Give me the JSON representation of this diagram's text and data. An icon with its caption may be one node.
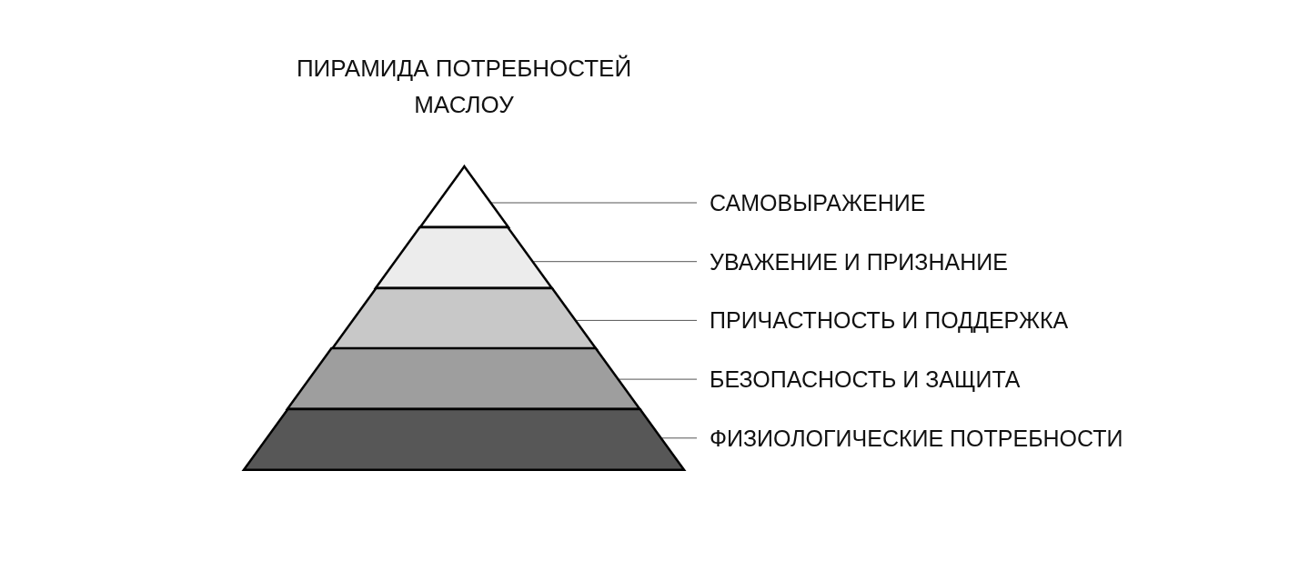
{
  "diagram": {
    "title": "ПИРАМИДА ПОТРЕБНОСТЕЙ МАСЛОУ",
    "nodes": [
      {
        "text": [],
        "shape": "triangle"
      },
      {
        "text": [],
        "shape": "trapezoid"
      },
      {
        "text": [],
        "shape": "trapezoid"
      },
      {
        "text": [],
        "shape": "trapezoid"
      },
      {
        "text": [],
        "shape": "trapezoid"
      },
      {
        "text": [
          "САМОВЫРАЖЕНИЕ"
        ]
      },
      {
        "text": [
          "УВАЖЕНИЕ И ПРИЗНАНИЕ"
        ]
      },
      {
        "text": [
          "ПРИЧАСТНОСТЬ И ПОДДЕРЖКА"
        ]
      },
      {
        "text": [
          "БЕЗОПАСНОСТЬ И ЗАЩИТА"
        ]
      },
      {
        "text": [
          "ФИЗИОЛОГИЧЕСКИЕ ПОТРЕБНОСТИ"
        ]
      }
    ],
    "edges": [
      {
        "from": 5,
        "to": 0,
        "arrow": "none"
      },
      {
        "from": 6,
        "to": 1,
        "arrow": "none"
      },
      {
        "from": 7,
        "to": 2,
        "arrow": "none"
      },
      {
        "from": 8,
        "to": 3,
        "arrow": "none"
      },
      {
        "from": 9,
        "to": 4,
        "arrow": "none"
      }
    ]
  }
}
